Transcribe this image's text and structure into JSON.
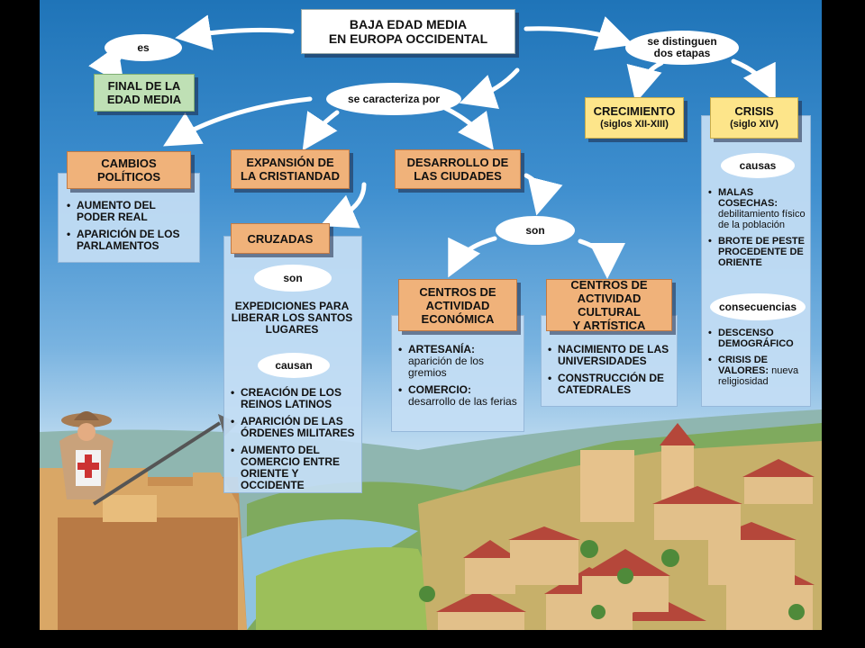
{
  "title": "BAJA EDAD MEDIA\nEN EUROPA OCCIDENTAL",
  "labels": {
    "es": "es",
    "se_distinguen": "se distinguen\ndos etapas",
    "se_caracteriza": "se caracteriza por",
    "son_cruzadas": "son",
    "causan": "causan",
    "son_ciudades": "son",
    "causas": "causas",
    "consecuencias": "consecuencias"
  },
  "boxes": {
    "final": "FINAL DE LA\nEDAD MEDIA",
    "cambios": "CAMBIOS\nPOLÍTICOS",
    "expansion": "EXPANSIÓN DE\nLA CRISTIANDAD",
    "desarrollo": "DESARROLLO DE\nLAS CIUDADES",
    "cruzadas": "CRUZADAS",
    "centros_eco": "CENTROS DE\nACTIVIDAD\nECONÓMICA",
    "centros_cult": "CENTROS DE\nACTIVIDAD CULTURAL\nY ARTÍSTICA",
    "crecimiento": "CRECIMIENTO",
    "crecimiento_sub": "(siglos XII-XIII)",
    "crisis": "CRISIS",
    "crisis_sub": "(siglo XIV)"
  },
  "cambios_items": [
    "AUMENTO DEL PODER REAL",
    "APARICIÓN DE LOS PARLAMENTOS"
  ],
  "cruzadas_son_text": "EXPEDICIONES PARA\nLIBERAR LOS SANTOS\nLUGARES",
  "causan_items": [
    "CREACIÓN DE LOS REINOS LATINOS",
    "APARICIÓN DE LAS ÓRDENES MILITARES",
    "AUMENTO DEL COMERCIO ENTRE ORIENTE Y OCCIDENTE"
  ],
  "eco_items": [
    {
      "main": "ARTESANÍA:",
      "sub": " aparición de los gremios"
    },
    {
      "main": "COMERCIO:",
      "sub": " desarrollo de las ferias"
    }
  ],
  "cult_items": [
    "NACIMIENTO DE LAS UNIVERSIDADES",
    "CONSTRUCCIÓN DE CATEDRALES"
  ],
  "causas_items": [
    {
      "main": "MALAS COSECHAS:",
      "sub": " debilitamiento físico de la población"
    },
    {
      "main": "BROTE DE PESTE PROCEDENTE DE ORIENTE",
      "sub": ""
    }
  ],
  "consecuencias_items": [
    {
      "main": "DESCENSO DEMOGRÁFICO",
      "sub": ""
    },
    {
      "main": "CRISIS DE VALORES:",
      "sub": " nueva religiosidad"
    }
  ],
  "colors": {
    "orange": "#f0b27a",
    "green": "#bfe0b5",
    "yellow": "#fde58a",
    "panel": "#c4def4"
  }
}
